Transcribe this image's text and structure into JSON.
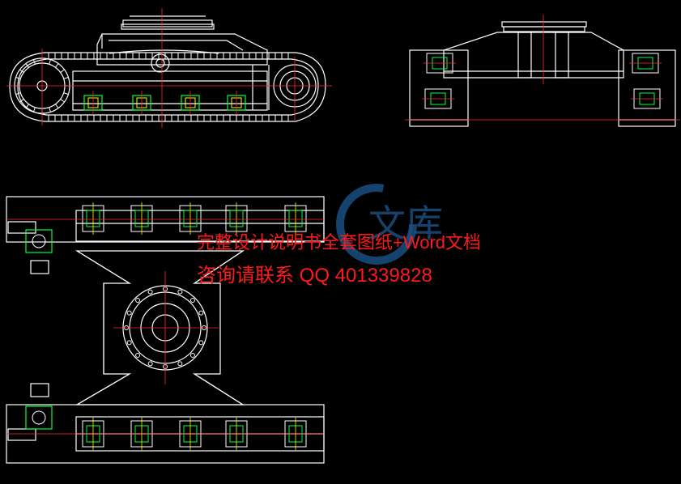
{
  "watermark": {
    "line1": "完整设计说明书全套图纸+Word文档",
    "line2": "咨询请联系 QQ 401339828",
    "logo_text": "文库"
  },
  "colors": {
    "background": "#000000",
    "line": "#ffffff",
    "centerline": "#ff2a2a",
    "green": "#00ff3c",
    "yellow": "#ffff00",
    "magenta": "#ff55ff",
    "watermark_red": "#ff1a1a",
    "logo_blue": "#1a4f80"
  }
}
